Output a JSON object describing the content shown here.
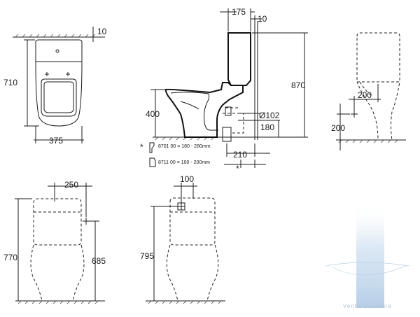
{
  "dimensions": {
    "top_view": {
      "width": "375",
      "depth": "710",
      "offset": "10"
    },
    "side_view": {
      "cistern_depth": "175",
      "wall_gap": "10",
      "total_height": "870",
      "seat_height": "400",
      "outlet_diameter": "Ø102",
      "outlet_height": "180",
      "outlet_offset": "210",
      "star_mark": "*"
    },
    "right_view": {
      "inlet_offset": "200",
      "inlet_height": "200"
    },
    "front_view_a": {
      "spacing": "250",
      "height": "770",
      "inlet_height": "685"
    },
    "front_view_b": {
      "spacing": "100",
      "height": "795"
    }
  },
  "notes": {
    "part1": "8701 00 = 180 - 280mm",
    "part2": "8711 00 = 100 - 200mm",
    "star": "*"
  },
  "watermark": {
    "text": "Venhu pressure"
  }
}
